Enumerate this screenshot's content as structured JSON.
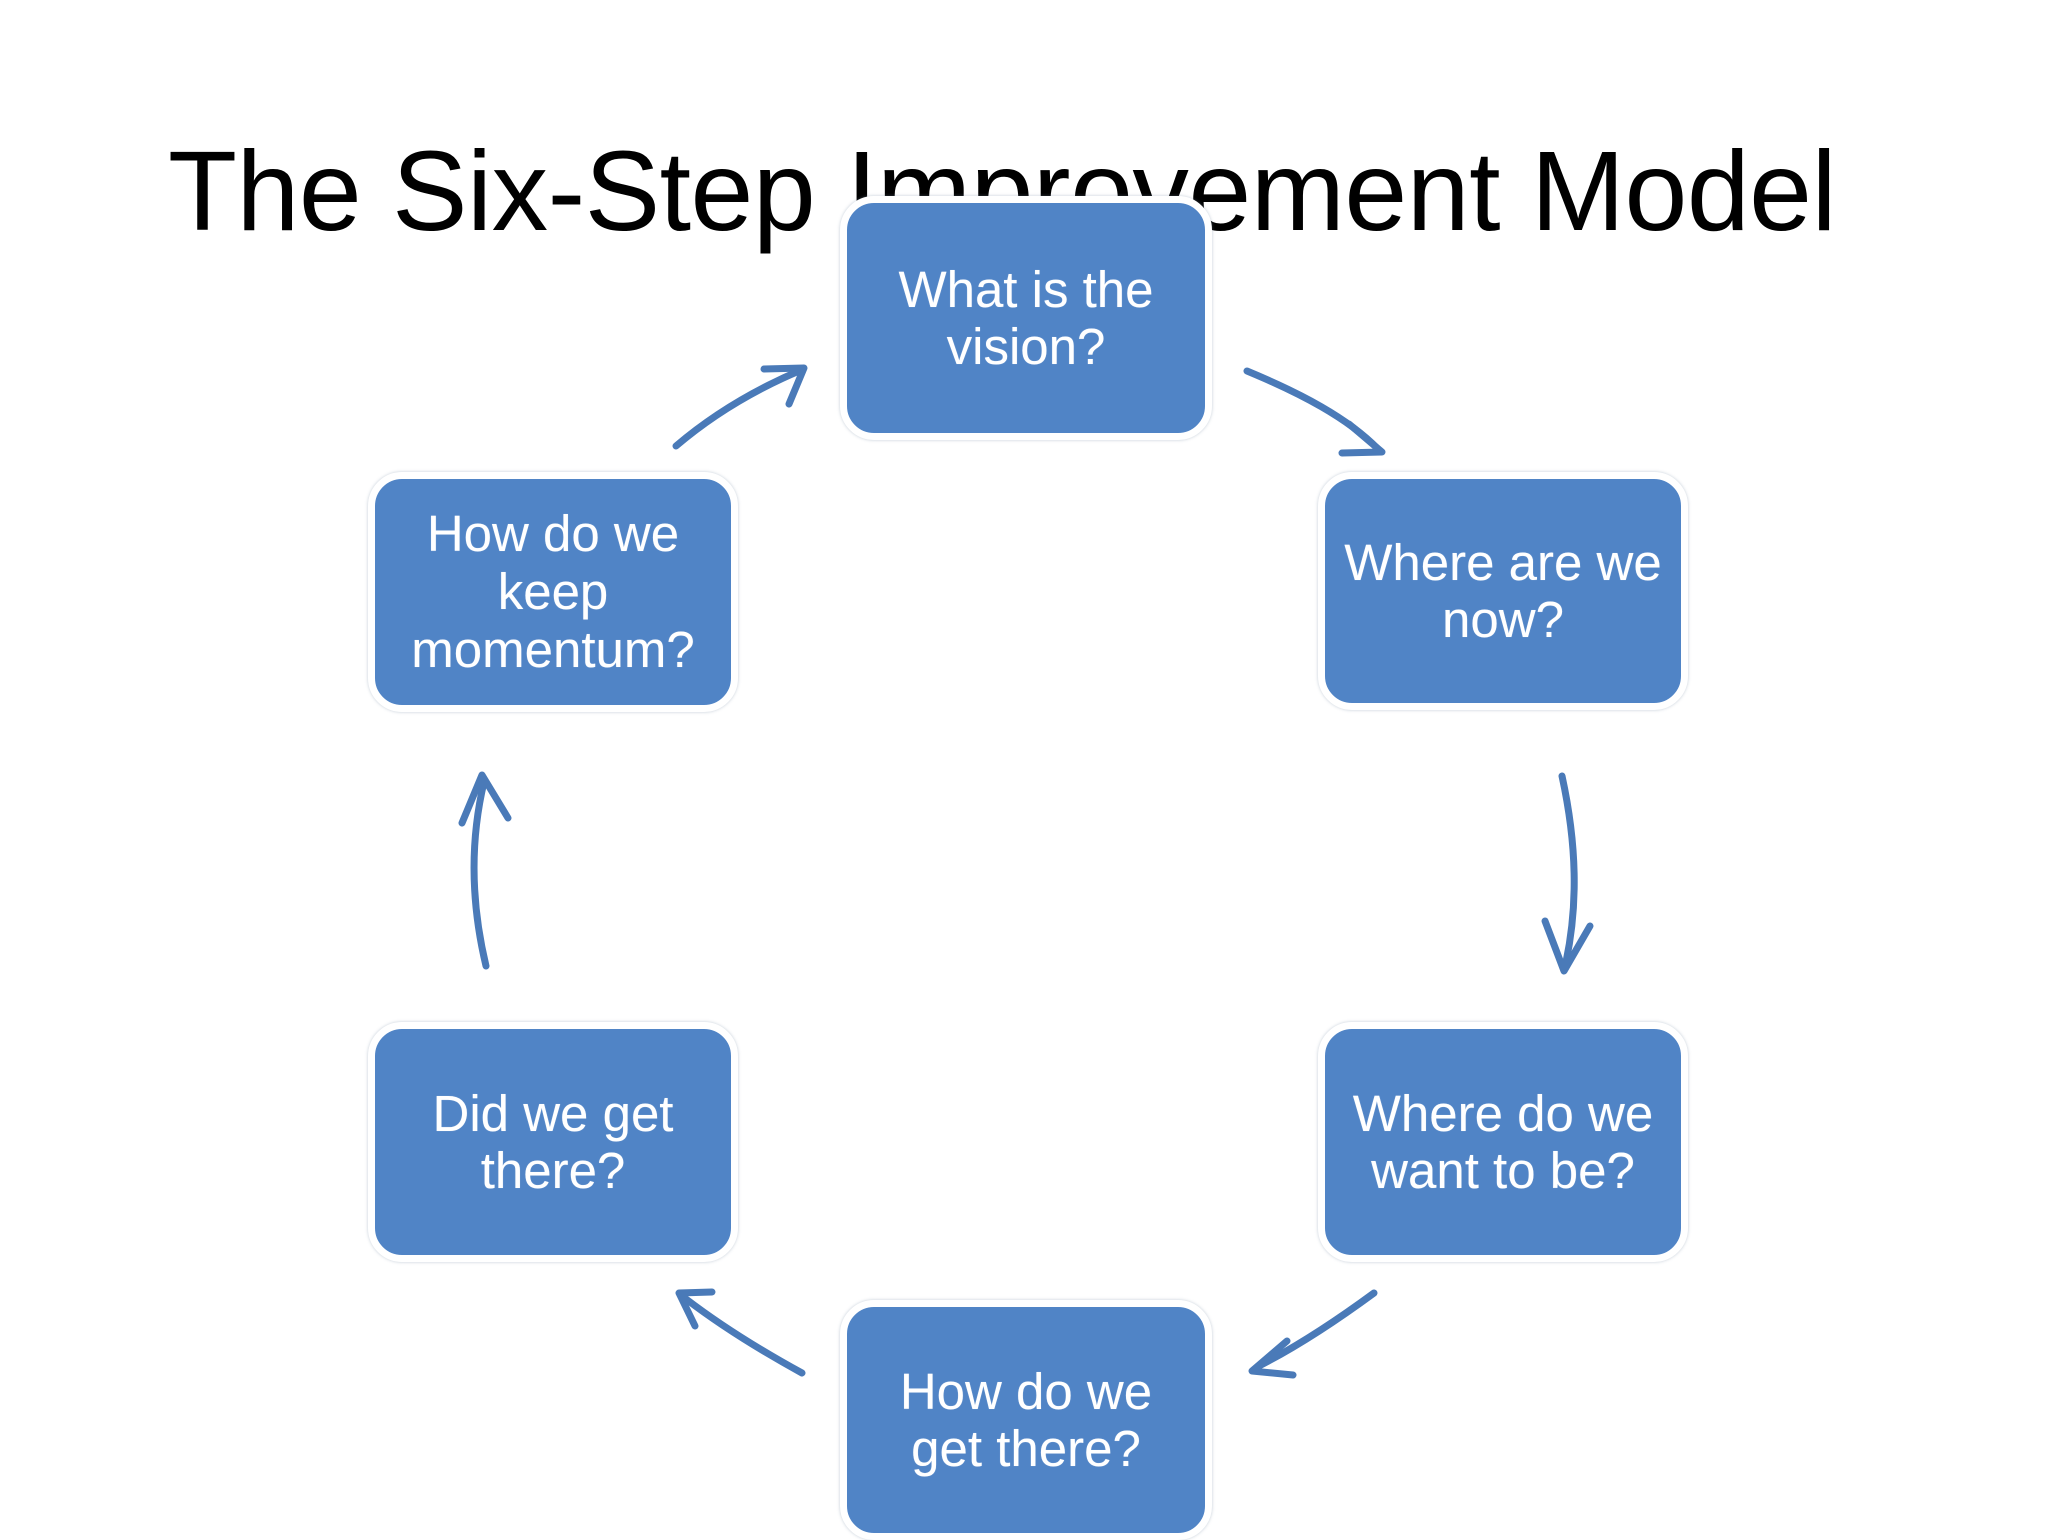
{
  "slide": {
    "title": "The Six-Step Improvement Model",
    "background_color": "#FFFFFF",
    "node_fill_color": "#5084C6",
    "node_text_color": "#FFFFFF",
    "node_border_color": "#FFFFFF",
    "arrow_color": "#4A7AB8",
    "title_color": "#000000"
  },
  "diagram": {
    "type": "cycle",
    "direction": "clockwise",
    "step_count": 6,
    "nodes": [
      {
        "id": "vision",
        "position": "top",
        "label": "What is the vision?"
      },
      {
        "id": "where-now",
        "position": "upper-right",
        "label": "Where are we now?"
      },
      {
        "id": "where-want",
        "position": "lower-right",
        "label": "Where do we want to be?"
      },
      {
        "id": "how-get",
        "position": "bottom",
        "label": "How do we get there?"
      },
      {
        "id": "did-get",
        "position": "lower-left",
        "label": "Did we get there?"
      },
      {
        "id": "momentum",
        "position": "upper-left",
        "label": "How do we keep momentum?"
      }
    ],
    "connectors": [
      {
        "id": "arrow-vision-to-where-now",
        "from": "vision",
        "to": "where-now",
        "icon": "curved-arrow-icon"
      },
      {
        "id": "arrow-where-now-to-want",
        "from": "where-now",
        "to": "where-want",
        "icon": "curved-arrow-icon"
      },
      {
        "id": "arrow-want-to-how-get",
        "from": "where-want",
        "to": "how-get",
        "icon": "curved-arrow-icon"
      },
      {
        "id": "arrow-how-get-to-did-get",
        "from": "how-get",
        "to": "did-get",
        "icon": "curved-arrow-icon"
      },
      {
        "id": "arrow-did-get-to-momentum",
        "from": "did-get",
        "to": "momentum",
        "icon": "curved-arrow-icon"
      },
      {
        "id": "arrow-momentum-to-vision",
        "from": "momentum",
        "to": "vision",
        "icon": "curved-arrow-icon"
      }
    ]
  }
}
